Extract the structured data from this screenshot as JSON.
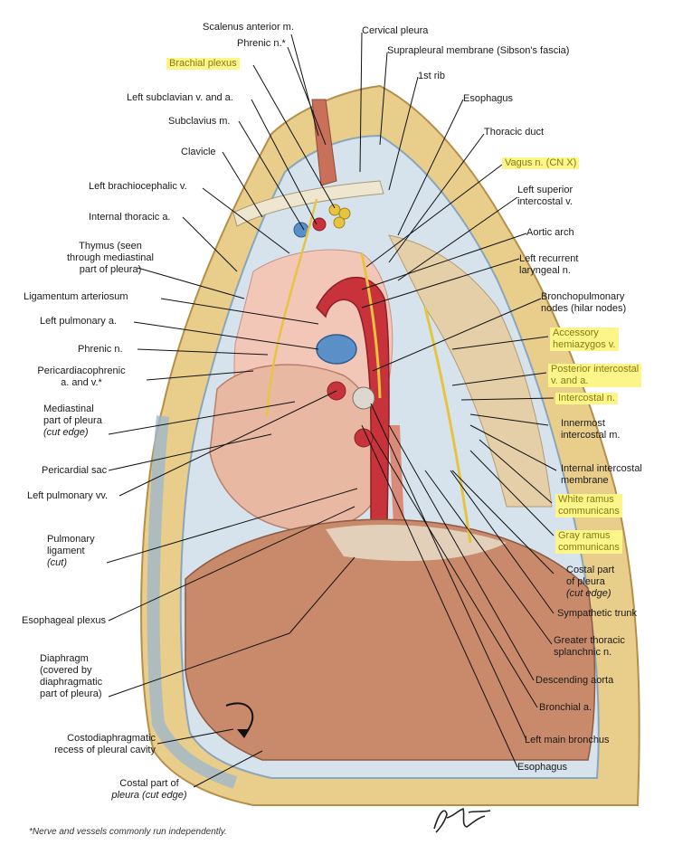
{
  "labels": {
    "scalenus_anterior": "Scalenus anterior m.",
    "phrenic_top": "Phrenic n.*",
    "brachial_plexus": "Brachial plexus",
    "cervical_pleura": "Cervical pleura",
    "suprapleural": "Suprapleural membrane (Sibson's fascia)",
    "first_rib": "1st rib",
    "left_subclavian": "Left subclavian v. and a.",
    "esophagus_top": "Esophagus",
    "subclavius": "Subclavius m.",
    "thoracic_duct": "Thoracic duct",
    "clavicle": "Clavicle",
    "vagus": "Vagus n. (CN X)",
    "left_brachiocephalic": "Left brachiocephalic v.",
    "left_sup_intercostal": "Left superior\nintercostal v.",
    "internal_thoracic": "Internal thoracic a.",
    "aortic_arch": "Aortic arch",
    "thymus": "Thymus (seen\nthrough mediastinal\npart of pleura)",
    "left_recurrent": "Left recurrent\nlaryngeal n.",
    "ligamentum": "Ligamentum arteriosum",
    "bronchopulmonary": "Bronchopulmonary\nnodes (hilar nodes)",
    "left_pulm_a": "Left pulmonary a.",
    "accessory_hemiazygos": "Accessory\nhemiazygos v.",
    "phrenic_n": "Phrenic n.",
    "pericardiacophrenic": "Pericardiacophrenic\na. and v.*",
    "posterior_intercostal": "Posterior intercostal\nv. and a.",
    "intercostal_n": "Intercostal n.",
    "mediastinal_pleura_1": "Mediastinal\npart of pleura",
    "mediastinal_pleura_2": "(cut edge)",
    "innermost_intercostal": "Innermost\nintercostal m.",
    "pericardial_sac": "Pericardial sac",
    "internal_intercostal": "Internal intercostal\nmembrane",
    "left_pulm_vv": "Left pulmonary vv.",
    "white_ramus": "White ramus\ncommunicans",
    "gray_ramus": "Gray ramus\ncommunicans",
    "pulmonary_lig_1": "Pulmonary\nligament",
    "pulmonary_lig_2": "(cut)",
    "costal_pleura_r1": "Costal part\nof pleura",
    "costal_pleura_r2": "(cut edge)",
    "esophageal_plexus": "Esophageal plexus",
    "sympathetic_trunk": "Sympathetic trunk",
    "greater_splanchnic": "Greater thoracic\nsplanchnic n.",
    "diaphragm": "Diaphragm\n(covered by\ndiaphragmatic\npart of pleura)",
    "descending_aorta": "Descending aorta",
    "bronchial_a": "Bronchial a.",
    "costodiaphragmatic": "Costodiaphragmatic\nrecess of pleural cavity",
    "left_main_bronchus": "Left main bronchus",
    "costal_pleura_b1": "Costal part of",
    "costal_pleura_b2": "pleura (cut edge)",
    "esophagus_bottom": "Esophagus"
  },
  "footnote": "*Nerve and vessels commonly run independently.",
  "colors": {
    "highlight": "#fbf58a",
    "highlight_text": "#8a7a12",
    "artery": "#c8323a",
    "vein": "#5a8fc8",
    "nerve": "#e6c440",
    "muscle": "#c88a6a",
    "pleura": "#b9cfe0"
  }
}
